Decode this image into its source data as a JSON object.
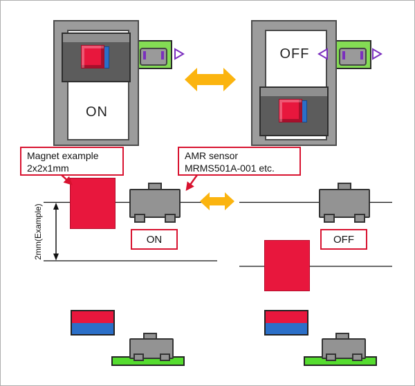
{
  "switch_left": {
    "label": "ON"
  },
  "switch_right": {
    "label": "OFF"
  },
  "callouts": {
    "magnet": {
      "line1": "Magnet example",
      "line2": "2x2x1mm"
    },
    "sensor": {
      "line1": "AMR sensor",
      "line2": "MRMS501A-001 etc."
    }
  },
  "states": {
    "on": "ON",
    "off": "OFF"
  },
  "dimension": {
    "label": "2mm(Example)"
  },
  "colors": {
    "magnet_red": "#e8173d",
    "magnet_blue": "#2b6fc8",
    "annotation_red": "#d8122f",
    "arrow_yellow": "#fbb40f",
    "pcb_green": "#84dc54",
    "board_green": "#55dc2f",
    "purple": "#7b2fbe",
    "frame_gray": "#9c9c9c",
    "rocker_gray": "#5c5c5c",
    "sensor_gray": "#939393"
  }
}
